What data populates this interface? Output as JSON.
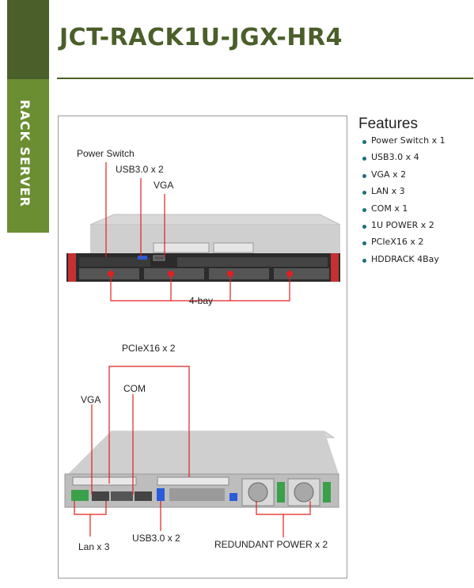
{
  "title": "JCT-RACK1U-JGX-HR4",
  "side_label": "RACK SERVER",
  "features": {
    "heading": "Features",
    "items": [
      "Power Switch x 1",
      "USB3.0 x 4",
      "VGA x 2",
      "LAN x 3",
      "COM x 1",
      "1U POWER x 2",
      "PCIeX16 x 2",
      "HDDRACK 4Bay"
    ]
  },
  "front_callouts": {
    "power_switch": "Power Switch",
    "usb": "USB3.0 x 2",
    "vga": "VGA",
    "bay": "4-bay"
  },
  "rear_callouts": {
    "pcie": "PCIeX16 x 2",
    "vga": "VGA",
    "com": "COM",
    "lan": "Lan x 3",
    "usb": "USB3.0 x 2",
    "power": "REDUNDANT POWER x 2"
  },
  "colors": {
    "brand_dark": "#4b5f2a",
    "brand": "#6b8e33",
    "callout_red": "#e02020",
    "bullet": "#1d6f7a"
  }
}
